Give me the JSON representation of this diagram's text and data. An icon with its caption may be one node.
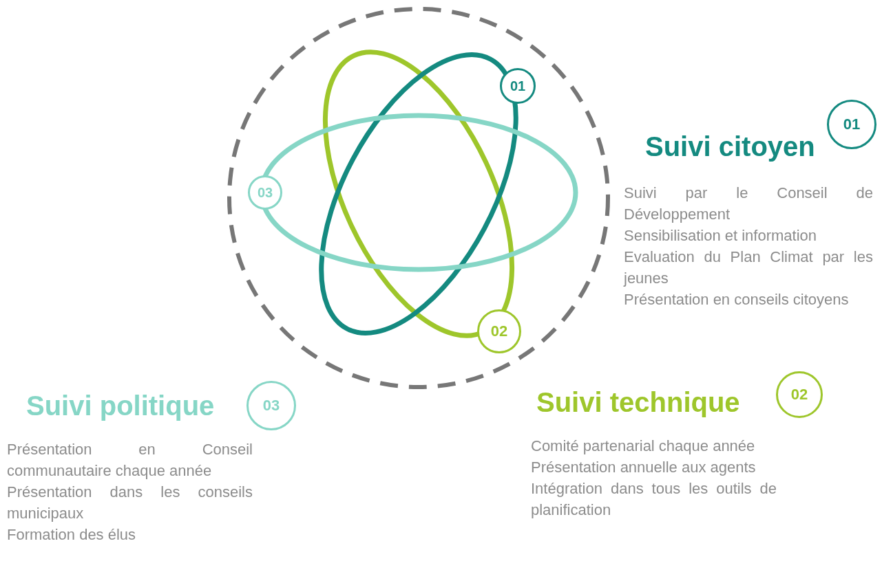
{
  "diagram": {
    "nodes": [
      {
        "text": [
          "01"
        ]
      },
      {
        "text": [
          "03"
        ]
      },
      {
        "text": [
          "02"
        ]
      },
      {
        "text": [
          "01"
        ],
        "beside": [
          "Suivi citoyen"
        ]
      },
      {
        "text": [
          "03"
        ],
        "beside": [
          "Suivi politique"
        ]
      },
      {
        "text": [
          "02"
        ],
        "beside": [
          "Suivi technique"
        ]
      }
    ],
    "edges": [],
    "labels": [
      "Suivi par le Conseil de Développement",
      "Sensibilisation et information",
      "Evaluation du Plan Climat par les jeunes",
      "Présentation en conseils citoyens",
      "Présentation en Conseil communautaire chaque année",
      "Présentation dans les conseils municipaux",
      "Formation des élus",
      "Comité partenarial chaque année",
      "Présentation annuelle aux agents",
      "Intégration dans tous les outils de planification"
    ]
  }
}
